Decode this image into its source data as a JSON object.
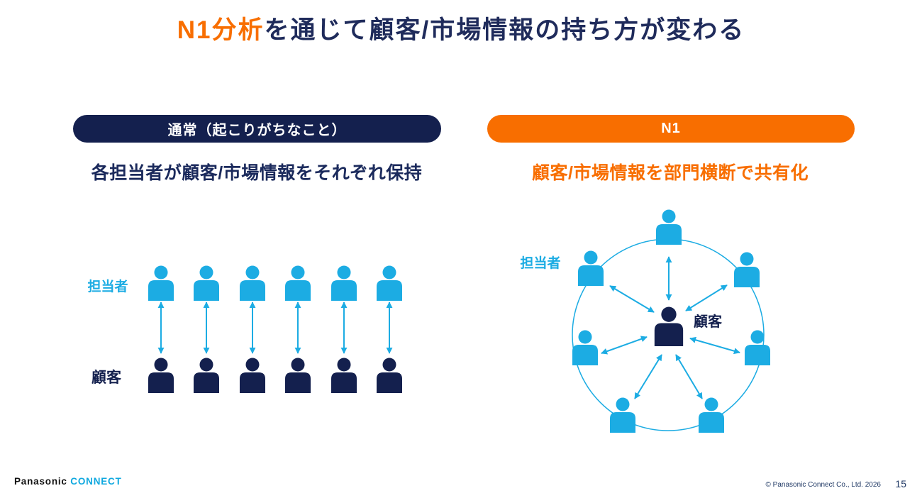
{
  "title": {
    "highlight": "N1分析",
    "rest": "を通じて顧客/市場情報の持ち方が変わる"
  },
  "left_panel": {
    "badge": "通常（起こりがちなこと）",
    "subtitle": "各担当者が顧客/市場情報をそれぞれ保持",
    "staff_label": "担当者",
    "customer_label": "顧客"
  },
  "right_panel": {
    "badge": "N1",
    "subtitle": "顧客/市場情報を部門横断で共有化",
    "staff_label": "担当者",
    "customer_label": "顧客"
  },
  "footer": {
    "logo_primary": "Panasonic",
    "logo_secondary": "CONNECT",
    "copyright": "© Panasonic Connect Co., Ltd. 2026",
    "page_number": "15"
  },
  "colors": {
    "navy": "#14204E",
    "title_navy": "#1F2B5B",
    "orange": "#F86E00",
    "light_blue": "#1CACE3",
    "footer_navy": "#1F3864",
    "logo_blue": "#0FA8DF"
  }
}
